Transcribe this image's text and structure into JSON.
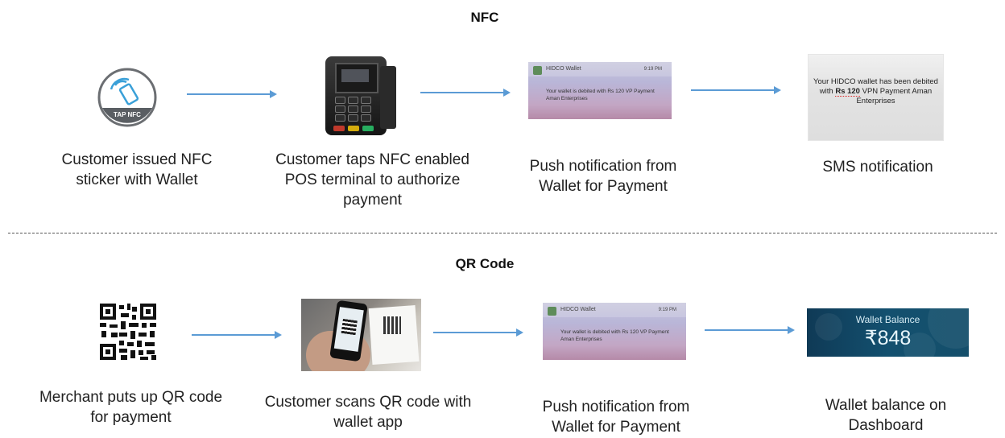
{
  "sections": {
    "nfc": {
      "title": "NFC"
    },
    "qr": {
      "title": "QR Code"
    }
  },
  "nfc_flow": {
    "sticker": {
      "icon_label": "TAP NFC",
      "caption": "Customer issued NFC sticker with Wallet"
    },
    "terminal": {
      "caption": "Customer taps NFC enabled POS terminal to authorize payment"
    },
    "push": {
      "app_name": "HIDCO Wallet",
      "time": "9:19 PM",
      "message": "Your wallet is debited with Rs 120 VP Payment Aman Enterprises",
      "caption": "Push notification from Wallet for Payment"
    },
    "sms": {
      "message_part1": "Your HIDCO  wallet has been debited with ",
      "message_bold": "Rs 120",
      "message_part2": " VPN Payment Aman Enterprises",
      "caption": "SMS notification"
    }
  },
  "qr_flow": {
    "qr": {
      "caption": "Merchant puts up QR code for payment"
    },
    "scan": {
      "caption": "Customer  scans QR code with wallet app"
    },
    "push": {
      "app_name": "HIDCO Wallet",
      "time": "9:19 PM",
      "message": "Your wallet is debited with Rs 120 VP Payment Aman Enterprises",
      "caption": "Push notification from Wallet for Payment"
    },
    "wallet": {
      "label": "Wallet Balance",
      "amount": "₹848",
      "caption": "Wallet balance on Dashboard"
    }
  },
  "colors": {
    "arrow": "#5b9bd5",
    "divider": "#555555",
    "wallet_bg": "#13506f"
  }
}
